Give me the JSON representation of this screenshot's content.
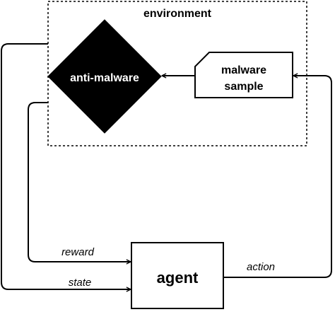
{
  "environment": {
    "label": "environment"
  },
  "nodes": {
    "anti_malware": "anti-malware",
    "malware_sample": {
      "line1": "malware",
      "line2": "sample"
    },
    "agent": "agent"
  },
  "edges": {
    "reward": "reward",
    "state": "state",
    "action": "action"
  }
}
